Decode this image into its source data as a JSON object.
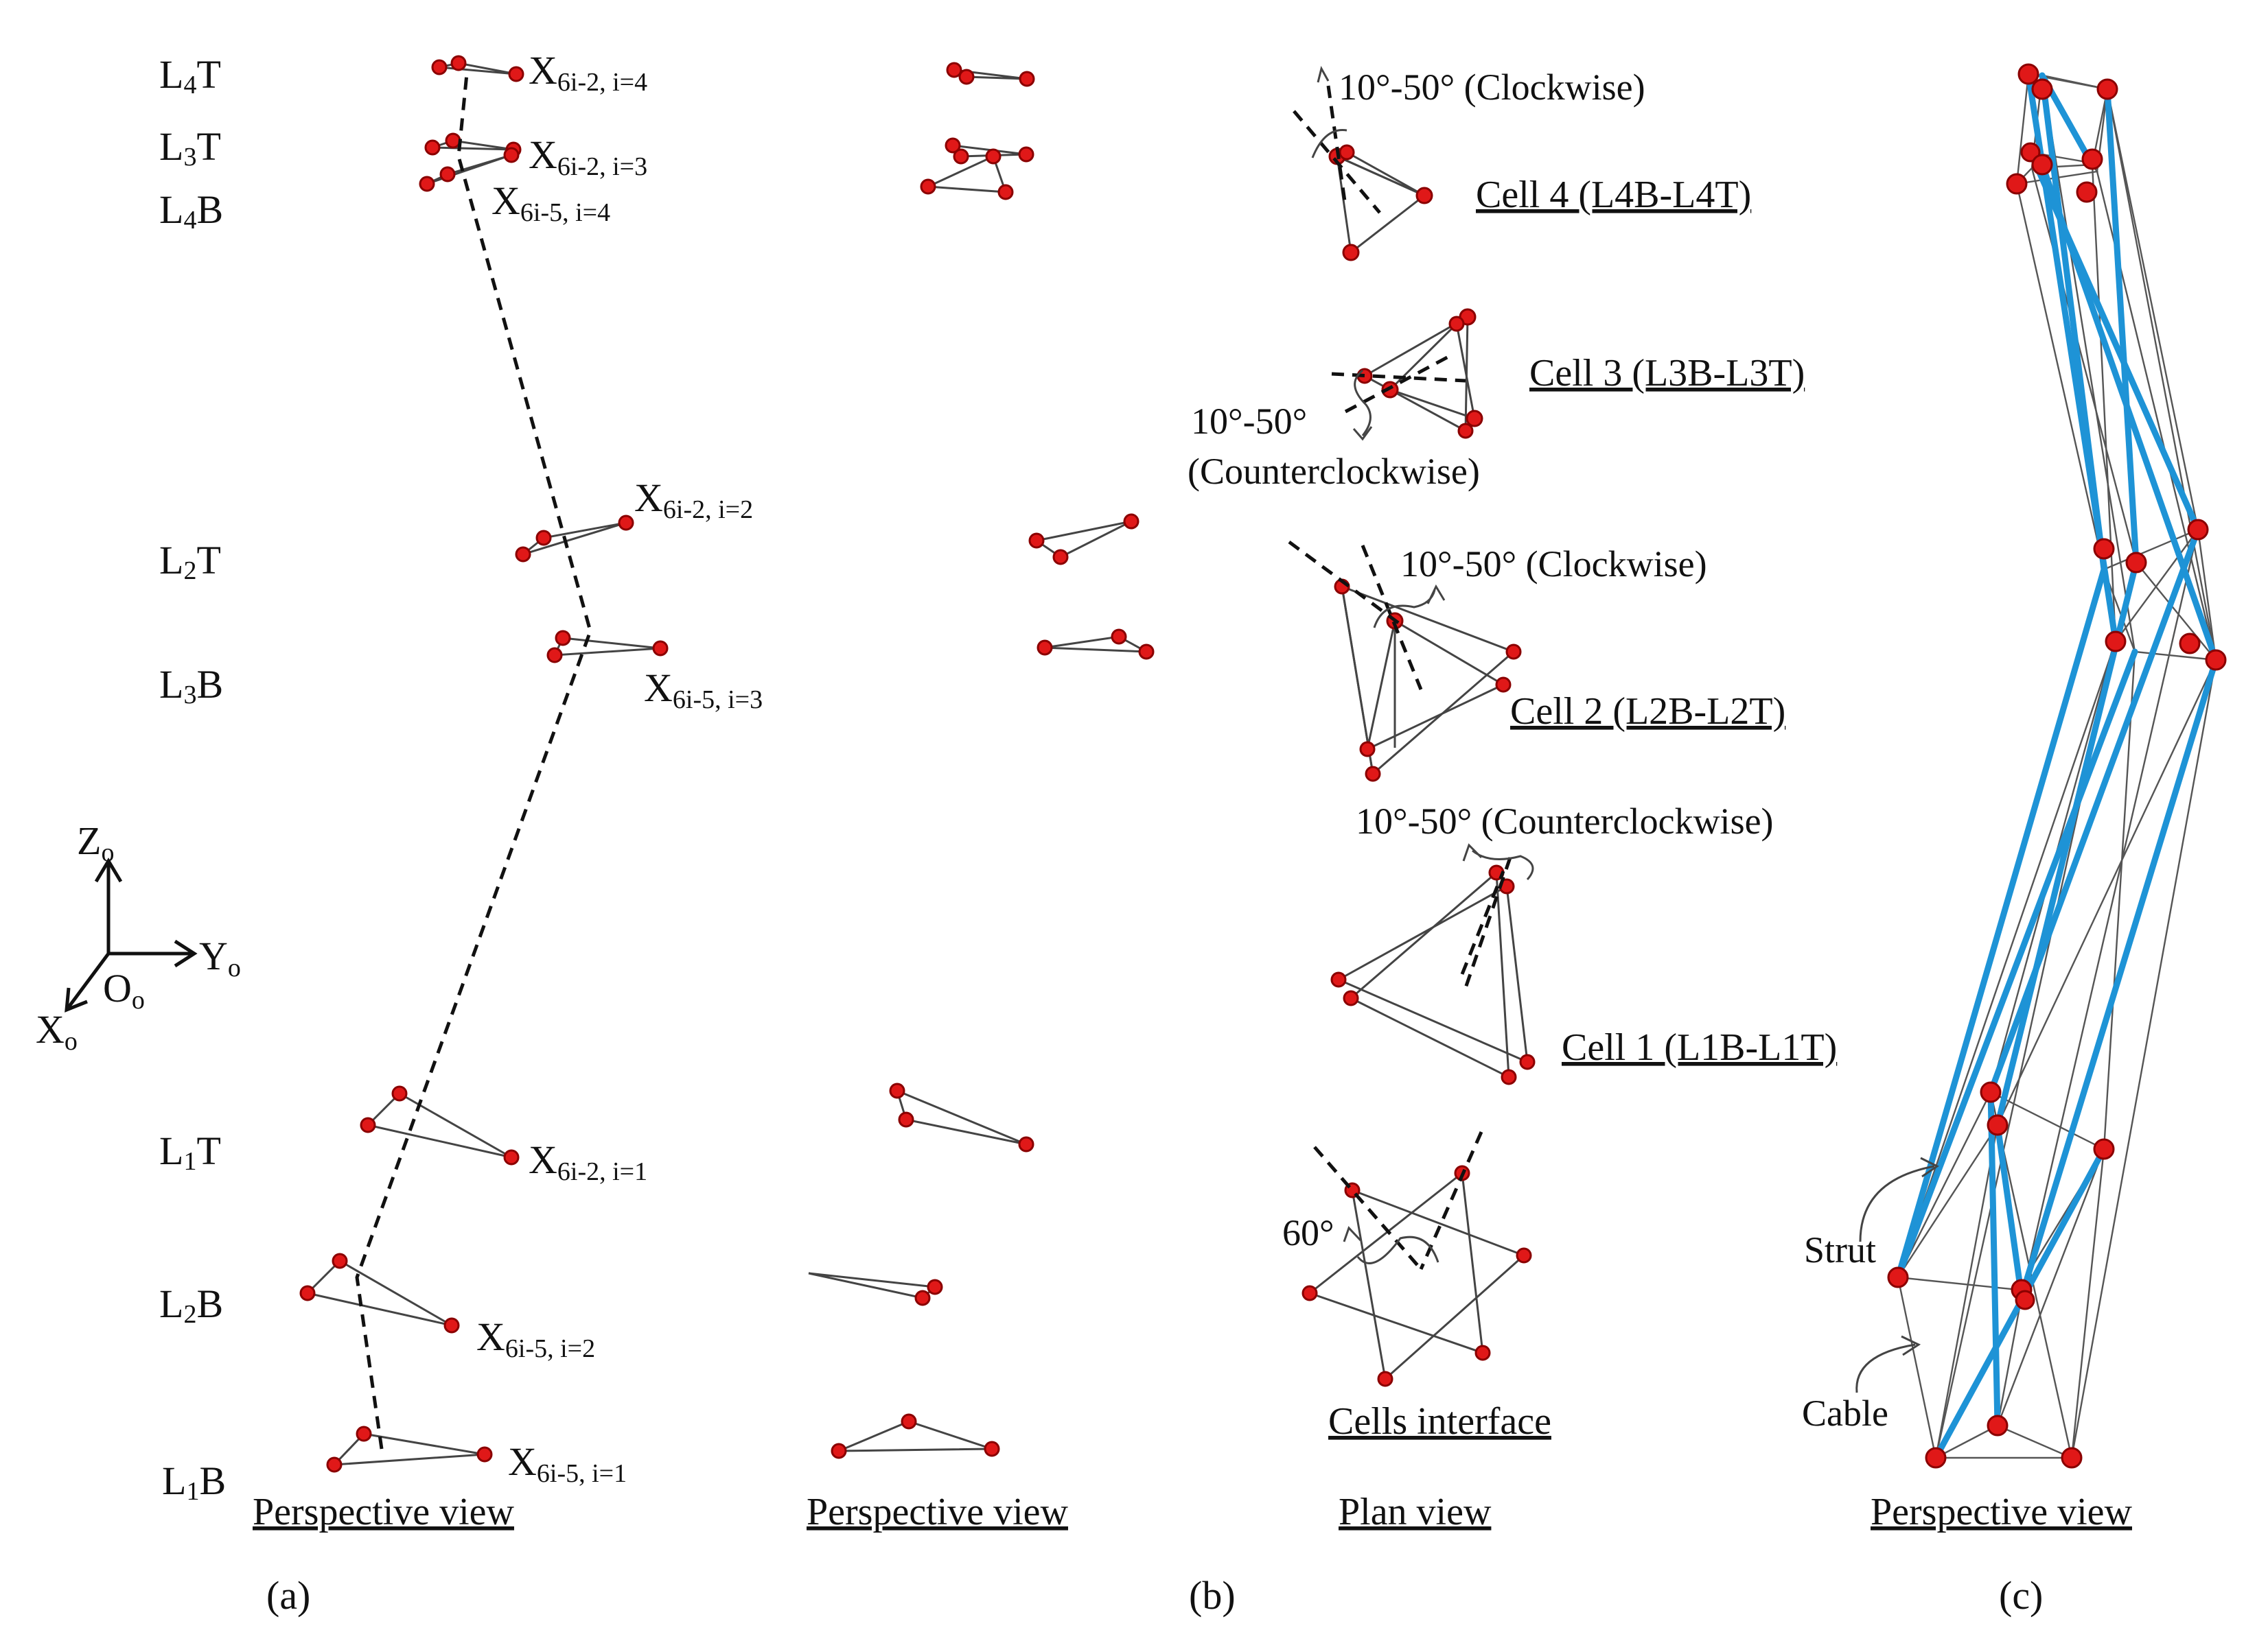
{
  "panel_a": {
    "levels": {
      "l4t": {
        "main": "L",
        "sub": "4",
        "tail": "T"
      },
      "l3t": {
        "main": "L",
        "sub": "3",
        "tail": "T"
      },
      "l4b": {
        "main": "L",
        "sub": "4",
        "tail": "B"
      },
      "l2t": {
        "main": "L",
        "sub": "2",
        "tail": "T"
      },
      "l3b": {
        "main": "L",
        "sub": "3",
        "tail": "B"
      },
      "l1t": {
        "main": "L",
        "sub": "1",
        "tail": "T"
      },
      "l2b": {
        "main": "L",
        "sub": "2",
        "tail": "B"
      },
      "l1b": {
        "main": "L",
        "sub": "1",
        "tail": "B"
      }
    },
    "node_labels": {
      "x62_i4": {
        "main": "X",
        "sub": "6i-2, i=4"
      },
      "x62_i3": {
        "main": "X",
        "sub": "6i-2, i=3"
      },
      "x65_i4": {
        "main": "X",
        "sub": "6i-5, i=4"
      },
      "x62_i2": {
        "main": "X",
        "sub": "6i-2, i=2"
      },
      "x65_i3": {
        "main": "X",
        "sub": "6i-5, i=3"
      },
      "x62_i1": {
        "main": "X",
        "sub": "6i-2, i=1"
      },
      "x65_i2": {
        "main": "X",
        "sub": "6i-5, i=2"
      },
      "x65_i1": {
        "main": "X",
        "sub": "6i-5, i=1"
      }
    },
    "axes": {
      "z": {
        "main": "Z",
        "sub": "o"
      },
      "y": {
        "main": "Y",
        "sub": "o"
      },
      "o": {
        "main": "O",
        "sub": "o"
      },
      "x": {
        "main": "X",
        "sub": "o"
      }
    },
    "caption": "Perspective view",
    "panel_label": "(a)"
  },
  "panel_b": {
    "perspective_caption": "Perspective view",
    "plan_caption": "Plan view",
    "cells": {
      "cell4": "Cell 4  (L4B-L4T)",
      "cell3": "Cell 3 (L3B-L3T)",
      "cell2": "Cell 2 (L2B-L2T)",
      "cell1": "Cell 1 (L1B-L1T)",
      "interface": "Cells interface"
    },
    "rotations": {
      "cell4": "10°-50° (Clockwise)",
      "cell3_range": "10°-50°",
      "cell3_dir": "(Counterclockwise)",
      "cell2": "10°-50° (Clockwise)",
      "cell1": "10°-50° (Counterclockwise)",
      "interface": "60°"
    },
    "panel_label": "(b)"
  },
  "panel_c": {
    "strut_label": "Strut",
    "cable_label": "Cable",
    "caption": "Perspective view",
    "panel_label": "(c)"
  },
  "colors": {
    "node": "#e01818",
    "strut": "#1e93d6",
    "cable": "#555555"
  }
}
